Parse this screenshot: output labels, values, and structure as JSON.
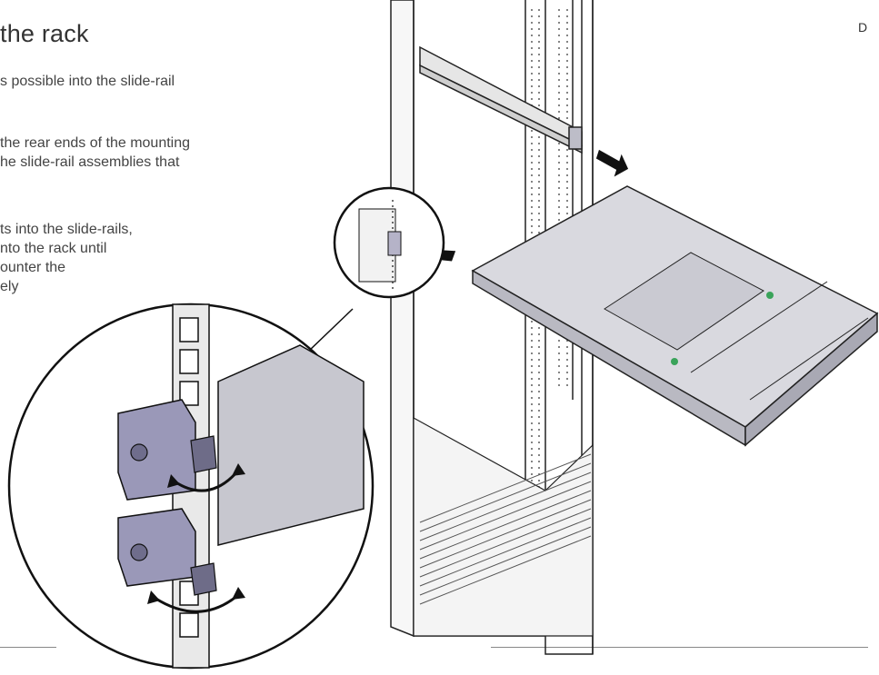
{
  "page": {
    "heading": "the rack",
    "corner_letter": "D"
  },
  "steps": [
    "s possible into the slide-rail",
    "the rear ends of the mounting",
    "he slide-rail assemblies that",
    "ts into the slide-rails,",
    "nto the rack until",
    "ounter the",
    "ely"
  ],
  "illustration": {
    "subject": "server being slid into rack slide-rails with callout of latch release",
    "colors": {
      "outline": "#222222",
      "rack_fill": "#f4f4f4",
      "server_fill": "#d8d8de",
      "latch_fill": "#9a98b8",
      "arrow": "#111111",
      "led_green": "#3aa35a"
    }
  }
}
